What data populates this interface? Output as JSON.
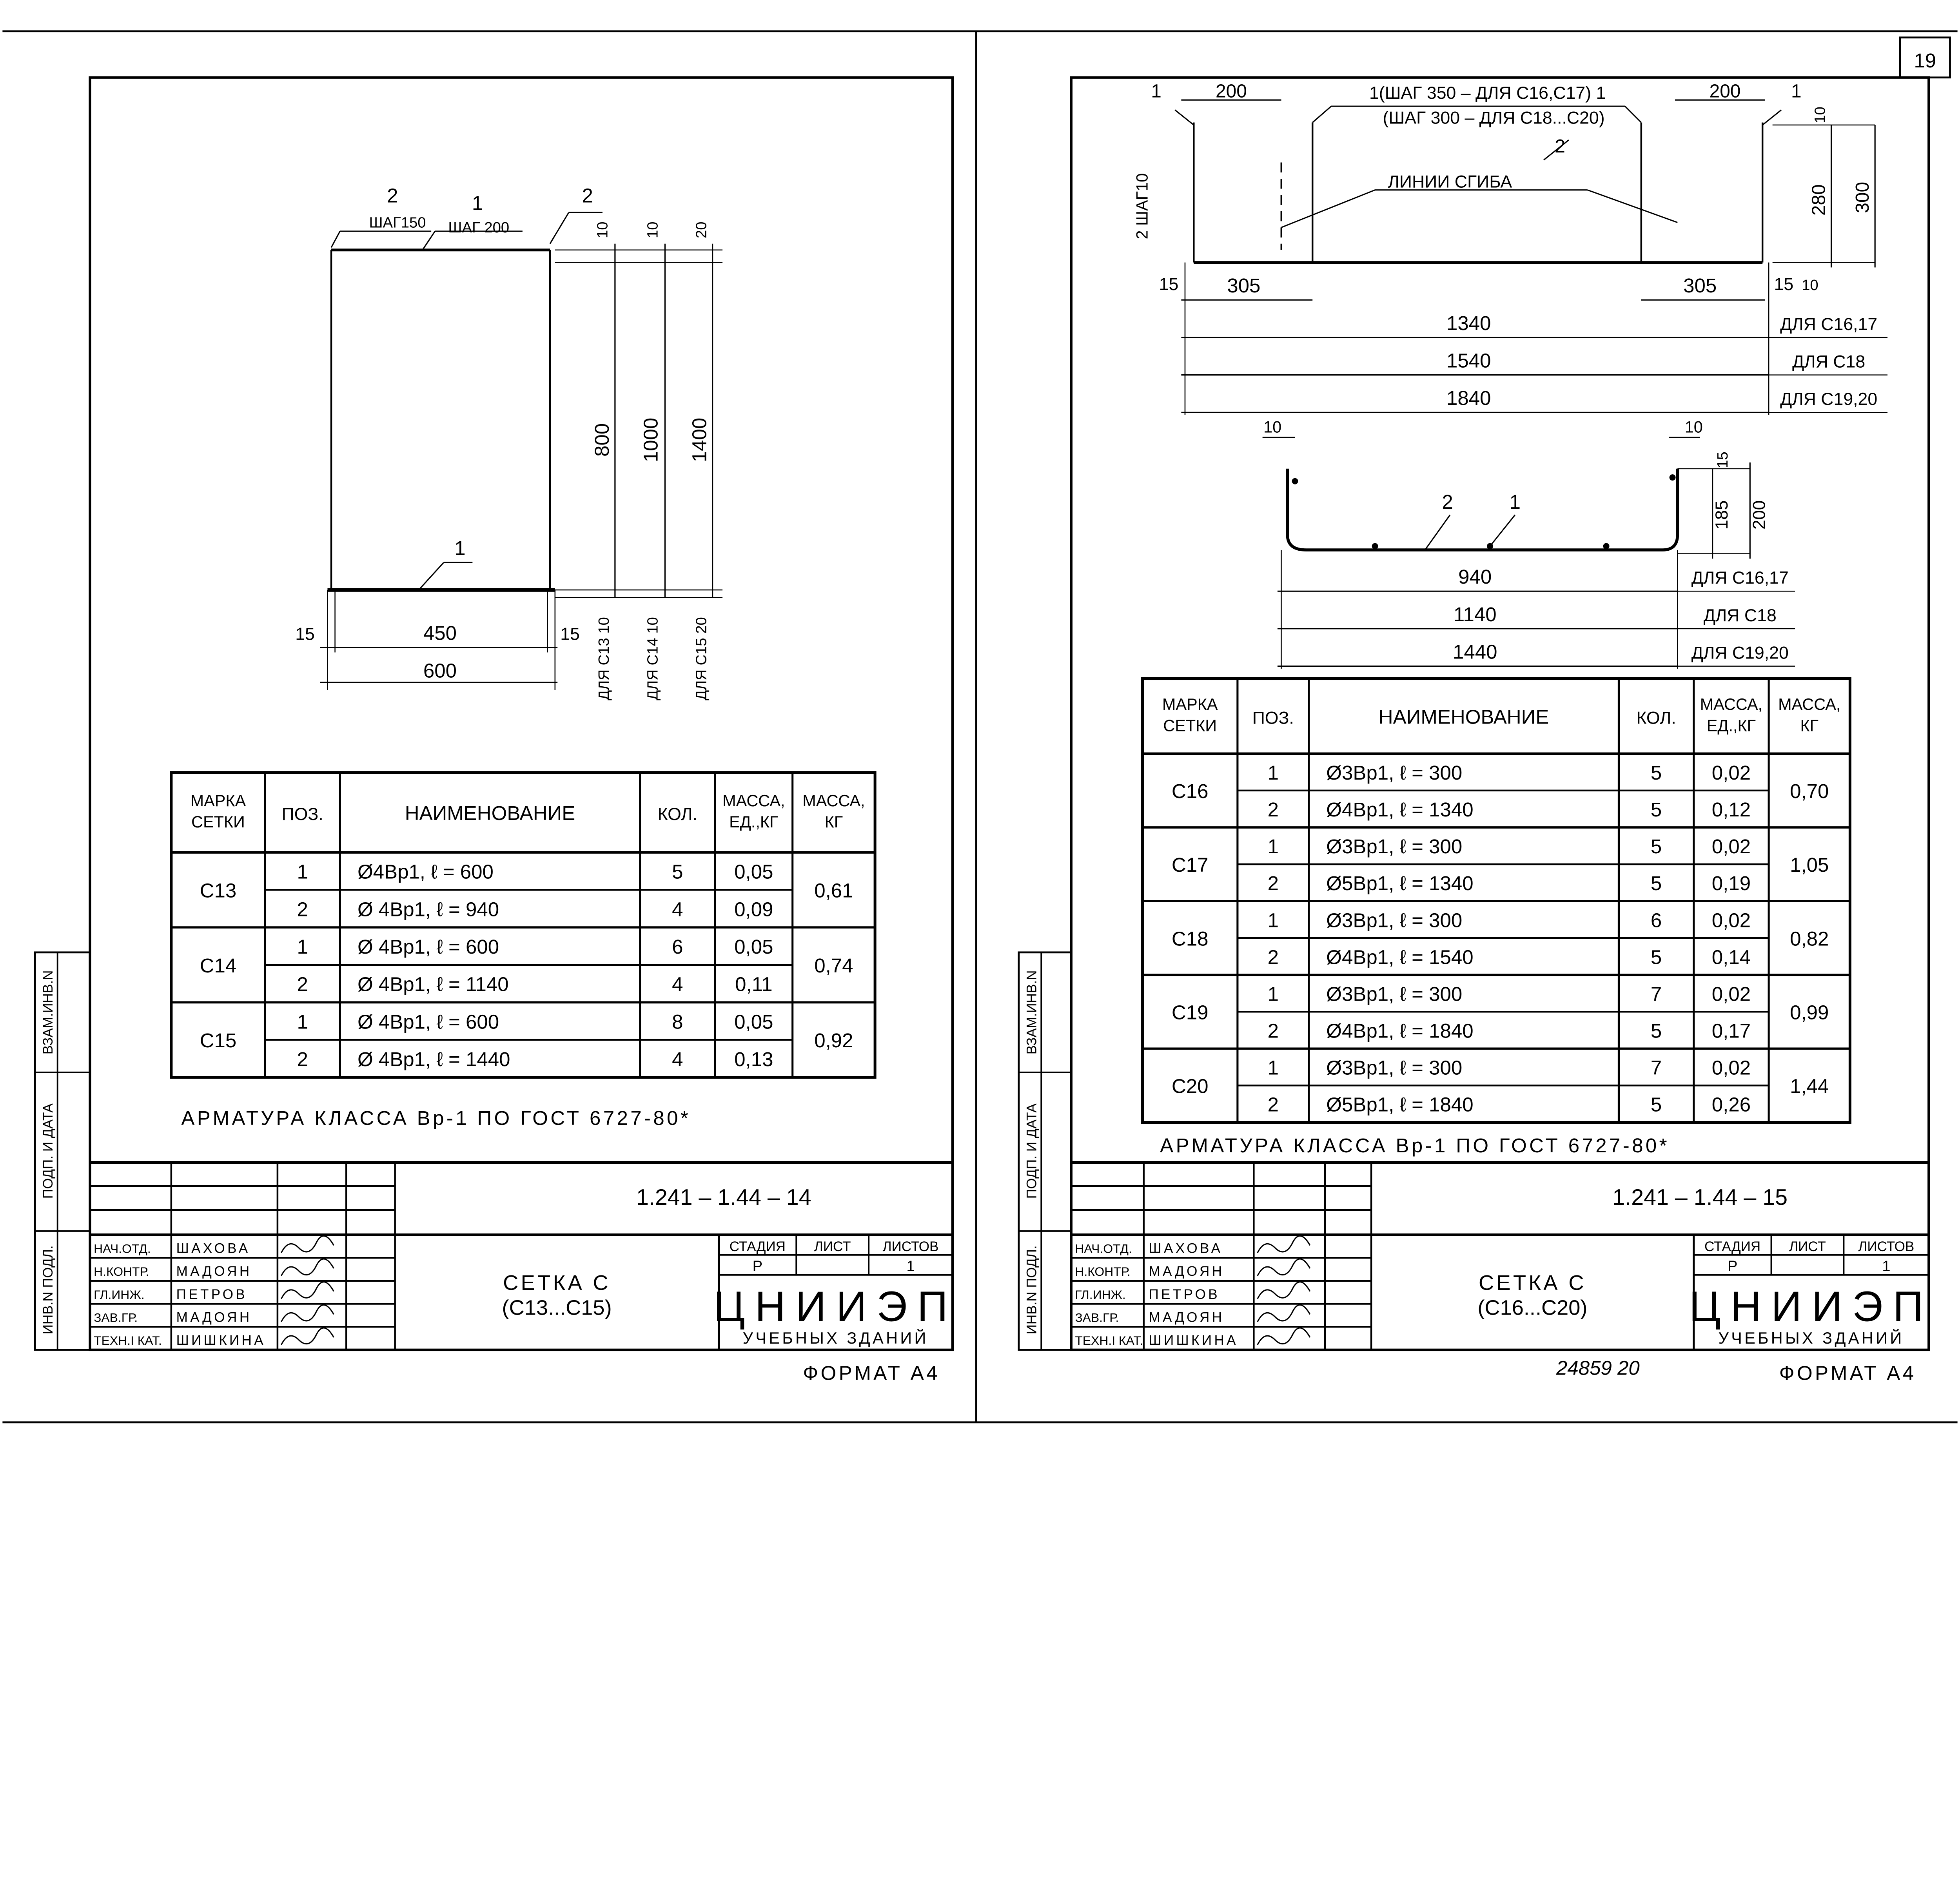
{
  "page_number": "19",
  "strip_labels": [
    "ИНВ.N ПОДЛ.",
    "ПОДП. И ДАТА",
    "ВЗАМ.ИНВ.N"
  ],
  "sheets": [
    {
      "drawing_labels": [
        "2",
        "ШАГ150",
        "1",
        "ШАГ 200",
        "2",
        "10",
        "10",
        "20",
        "800",
        "1000",
        "1400",
        "1",
        "15",
        "450",
        "15",
        "600",
        "ДЛЯ С13 10",
        "ДЛЯ С14 10",
        "ДЛЯ С15 20"
      ],
      "table": {
        "headers": [
          "МАРКА СЕТКИ",
          "ПОЗ.",
          "НАИМЕНОВАНИЕ",
          "КОЛ.",
          "МАССА, ЕД.,КГ",
          "МАССА, КГ"
        ],
        "groups": [
          {
            "mark": "С13",
            "total": "0,61",
            "items": [
              {
                "pos": "1",
                "name": "Ø4Вр1, ℓ = 600",
                "qty": "5",
                "unit_mass": "0,05"
              },
              {
                "pos": "2",
                "name": "Ø 4Вр1, ℓ = 940",
                "qty": "4",
                "unit_mass": "0,09"
              }
            ]
          },
          {
            "mark": "С14",
            "total": "0,74",
            "items": [
              {
                "pos": "1",
                "name": "Ø 4Вр1, ℓ = 600",
                "qty": "6",
                "unit_mass": "0,05"
              },
              {
                "pos": "2",
                "name": "Ø 4Вр1, ℓ = 1140",
                "qty": "4",
                "unit_mass": "0,11"
              }
            ]
          },
          {
            "mark": "С15",
            "total": "0,92",
            "items": [
              {
                "pos": "1",
                "name": "Ø 4Вр1, ℓ = 600",
                "qty": "8",
                "unit_mass": "0,05"
              },
              {
                "pos": "2",
                "name": "Ø 4Вр1, ℓ = 1440",
                "qty": "4",
                "unit_mass": "0,13"
              }
            ]
          }
        ]
      },
      "note": "АРМАТУРА КЛАССА Вр-1 ПО ГОСТ 6727-80*",
      "doc_code": "1.241 – 1.44 – 14",
      "title": [
        "СЕТКА С",
        "(С13...С15)"
      ],
      "stage_headers": [
        "СТАДИЯ",
        "ЛИСТ",
        "ЛИСТОВ"
      ],
      "stage_values": [
        "Р",
        "",
        "1"
      ],
      "org": [
        "ЦНИИЭП",
        "УЧЕБНЫХ ЗДАНИЙ"
      ],
      "signatures": [
        {
          "role": "НАЧ.ОТД.",
          "name": "ШАХОВА"
        },
        {
          "role": "Н.КОНТР.",
          "name": "МАДОЯН"
        },
        {
          "role": "ГЛ.ИНЖ.",
          "name": "ПЕТРОВ"
        },
        {
          "role": "ЗАВ.ГР.",
          "name": "МАДОЯН"
        },
        {
          "role": "ТЕХН.I КАТ.",
          "name": "ШИШКИНА"
        }
      ],
      "format": "ФОРМАТ А4"
    },
    {
      "drawing_labels": [
        "1",
        "200",
        "1(ШАГ 350 – ДЛЯ С16,С17) 1",
        "(ШАГ 300 – ДЛЯ С18...С20)",
        "2",
        "ЛИНИИ СГИБА",
        "200",
        "1",
        "10",
        "280",
        "300",
        "2 ШАГ10",
        "15",
        "305",
        "305",
        "15",
        "10",
        "1340",
        "ДЛЯ С16,17",
        "1540",
        "ДЛЯ С18",
        "1840",
        "ДЛЯ С19,20",
        "10",
        "10",
        "15",
        "185",
        "200",
        "2",
        "1",
        "940",
        "ДЛЯ С16,17",
        "1140",
        "ДЛЯ С18",
        "1440",
        "ДЛЯ С19,20"
      ],
      "table": {
        "headers": [
          "МАРКА СЕТКИ",
          "ПОЗ.",
          "НАИМЕНОВАНИЕ",
          "КОЛ.",
          "МАССА, ЕД.,КГ",
          "МАССА, КГ"
        ],
        "groups": [
          {
            "mark": "С16",
            "total": "0,70",
            "items": [
              {
                "pos": "1",
                "name": "Ø3Вр1, ℓ = 300",
                "qty": "5",
                "unit_mass": "0,02"
              },
              {
                "pos": "2",
                "name": "Ø4Вр1, ℓ = 1340",
                "qty": "5",
                "unit_mass": "0,12"
              }
            ]
          },
          {
            "mark": "С17",
            "total": "1,05",
            "items": [
              {
                "pos": "1",
                "name": "Ø3Вр1, ℓ = 300",
                "qty": "5",
                "unit_mass": "0,02"
              },
              {
                "pos": "2",
                "name": "Ø5Вр1, ℓ = 1340",
                "qty": "5",
                "unit_mass": "0,19"
              }
            ]
          },
          {
            "mark": "С18",
            "total": "0,82",
            "items": [
              {
                "pos": "1",
                "name": "Ø3Вр1, ℓ = 300",
                "qty": "6",
                "unit_mass": "0,02"
              },
              {
                "pos": "2",
                "name": "Ø4Вр1, ℓ = 1540",
                "qty": "5",
                "unit_mass": "0,14"
              }
            ]
          },
          {
            "mark": "С19",
            "total": "0,99",
            "items": [
              {
                "pos": "1",
                "name": "Ø3Вр1, ℓ = 300",
                "qty": "7",
                "unit_mass": "0,02"
              },
              {
                "pos": "2",
                "name": "Ø4Вр1, ℓ = 1840",
                "qty": "5",
                "unit_mass": "0,17"
              }
            ]
          },
          {
            "mark": "С20",
            "total": "1,44",
            "items": [
              {
                "pos": "1",
                "name": "Ø3Вр1, ℓ = 300",
                "qty": "7",
                "unit_mass": "0,02"
              },
              {
                "pos": "2",
                "name": "Ø5Вр1, ℓ = 1840",
                "qty": "5",
                "unit_mass": "0,26"
              }
            ]
          }
        ]
      },
      "note": "АРМАТУРА КЛАССА Вр-1 ПО ГОСТ 6727-80*",
      "doc_code": "1.241 – 1.44 – 15",
      "title": [
        "СЕТКА С",
        "(С16...С20)"
      ],
      "stage_headers": [
        "СТАДИЯ",
        "ЛИСТ",
        "ЛИСТОВ"
      ],
      "stage_values": [
        "Р",
        "",
        "1"
      ],
      "org": [
        "ЦНИИЭП",
        "УЧЕБНЫХ ЗДАНИЙ"
      ],
      "signatures": [
        {
          "role": "НАЧ.ОТД.",
          "name": "ШАХОВА"
        },
        {
          "role": "Н.КОНТР.",
          "name": "МАДОЯН"
        },
        {
          "role": "ГЛ.ИНЖ.",
          "name": "ПЕТРОВ"
        },
        {
          "role": "ЗАВ.ГР.",
          "name": "МАДОЯН"
        },
        {
          "role": "ТЕХН.I КАТ.",
          "name": "ШИШКИНА"
        }
      ],
      "format": "ФОРМАТ А4",
      "archive_number": "24859   20"
    }
  ]
}
